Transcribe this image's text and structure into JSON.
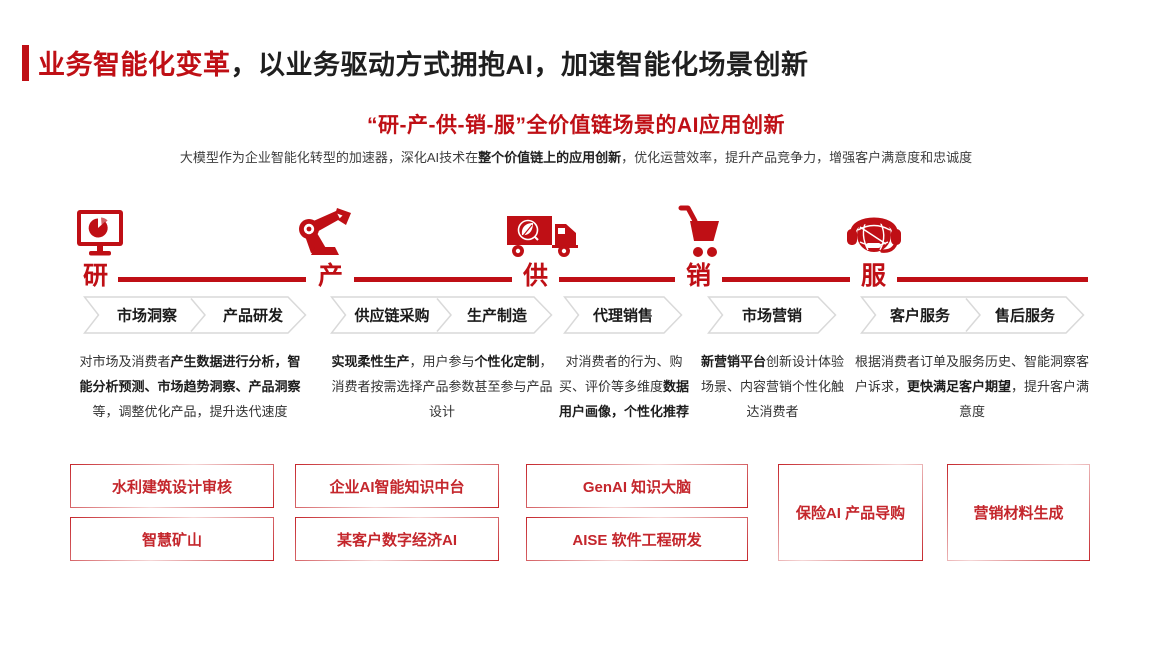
{
  "colors": {
    "accent": "#bf0f15"
  },
  "header": {
    "title_highlight": "业务智能化变革",
    "title_rest": "，以业务驱动方式拥抱AI，加速智能化场景创新"
  },
  "intro": {
    "subtitle": "“研-产-供-销-服”全价值链场景的AI应用创新",
    "desc": [
      {
        "t": "大模型作为企业智能化转型的加速器，深化AI技术在",
        "b": false
      },
      {
        "t": "整个价值链上的应用创新",
        "b": true
      },
      {
        "t": "，优化运营效率，提升产品竞争力，增强客户满意度和忠诚度",
        "b": false
      }
    ]
  },
  "chain": {
    "stages": [
      {
        "label": "研",
        "icon": "monitor-pie-icon",
        "steps": [
          "市场洞察",
          "产品研发"
        ],
        "desc": [
          {
            "t": "对市场及消费者",
            "b": false
          },
          {
            "t": "产生数据进行分析，智能分析预测、市场趋势洞察、产品洞察",
            "b": true
          },
          {
            "t": "等，调整优化产品，提升迭代速度",
            "b": false
          }
        ]
      },
      {
        "label": "产",
        "icon": "robot-arm-icon",
        "steps": [
          "供应链采购",
          "生产制造"
        ],
        "desc": [
          {
            "t": "实现柔性生产",
            "b": true
          },
          {
            "t": "，用户参与",
            "b": false
          },
          {
            "t": "个性化定制",
            "b": true
          },
          {
            "t": "，消费者按需选择产品参数甚至参与产品设计",
            "b": false
          }
        ]
      },
      {
        "label": "供",
        "icon": "delivery-truck-icon",
        "steps": [
          "代理销售"
        ],
        "desc": [
          {
            "t": "对消费者的行为、购买、评价等多维度",
            "b": false
          },
          {
            "t": "数据用户画像，个性化推荐",
            "b": true
          }
        ]
      },
      {
        "label": "销",
        "icon": "shopping-cart-icon",
        "steps": [
          "市场营销"
        ],
        "desc": [
          {
            "t": "新营销平台",
            "b": true
          },
          {
            "t": "创新设计体验场景、内容营销个性化触达消费者",
            "b": false
          }
        ]
      },
      {
        "label": "服",
        "icon": "headset-globe-icon",
        "steps": [
          "客户服务",
          "售后服务"
        ],
        "desc": [
          {
            "t": "根据消费者订单及服务历史、智能洞察客户诉求，",
            "b": false
          },
          {
            "t": "更快满足客户期望",
            "b": true
          },
          {
            "t": "，提升客户满意度",
            "b": false
          }
        ]
      }
    ]
  },
  "cases": {
    "boxes": [
      {
        "label": "水利建筑设计审核"
      },
      {
        "label": "智慧矿山"
      },
      {
        "label": "企业AI智能知识中台"
      },
      {
        "label": "某客户数字经济AI"
      },
      {
        "label": "GenAI 知识大脑"
      },
      {
        "label": "AISE 软件工程研发"
      },
      {
        "label": "保险AI 产品导购"
      },
      {
        "label": "营销材料生成"
      }
    ]
  }
}
